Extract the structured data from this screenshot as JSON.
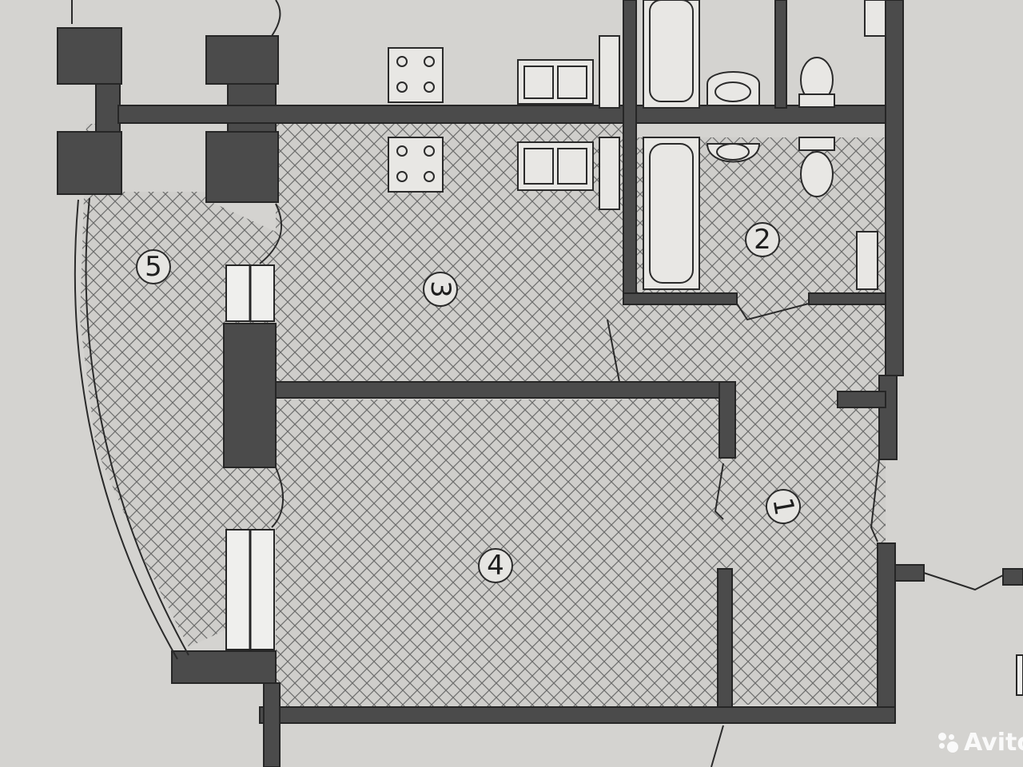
{
  "plan": {
    "rooms": [
      {
        "id": "room-1",
        "label": "1"
      },
      {
        "id": "room-2",
        "label": "2"
      },
      {
        "id": "room-3",
        "label": "3"
      },
      {
        "id": "room-4",
        "label": "4"
      },
      {
        "id": "room-5",
        "label": "5"
      }
    ]
  },
  "watermark": {
    "text": "Avito"
  },
  "colors": {
    "paper": "#d4d3d0",
    "wall": "#4a4a4a",
    "hatch": "#6a6a6a",
    "floor": "#c9c8c5"
  }
}
